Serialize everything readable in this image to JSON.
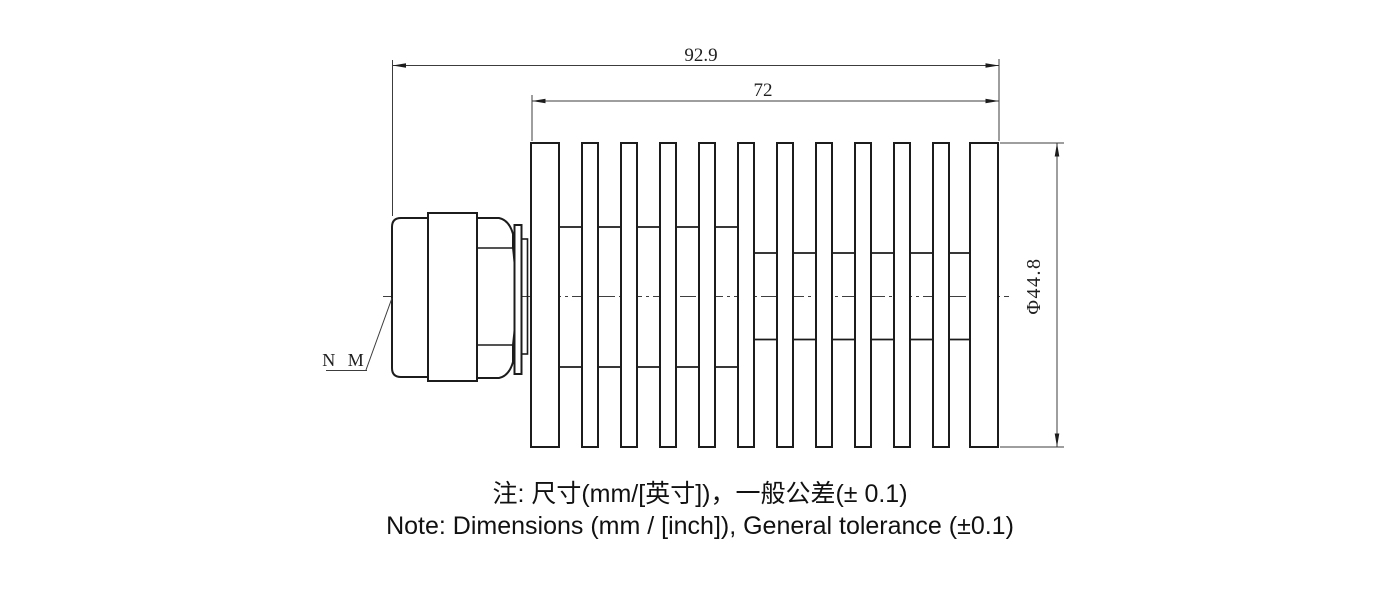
{
  "dimensions": {
    "overall_length": "92.9",
    "heatsink_length": "72",
    "diameter": "Φ44.8"
  },
  "labels": {
    "connector": "N M"
  },
  "notes": {
    "line1": "注: 尺寸(mm/[英寸])，一般公差(± 0.1)",
    "line2": "Note: Dimensions (mm / [inch]), General tolerance (±0.1)"
  },
  "colors": {
    "line": "#1c1c1c",
    "dimension": "#3c3c3c",
    "text": "#111111",
    "background": "#ffffff"
  }
}
